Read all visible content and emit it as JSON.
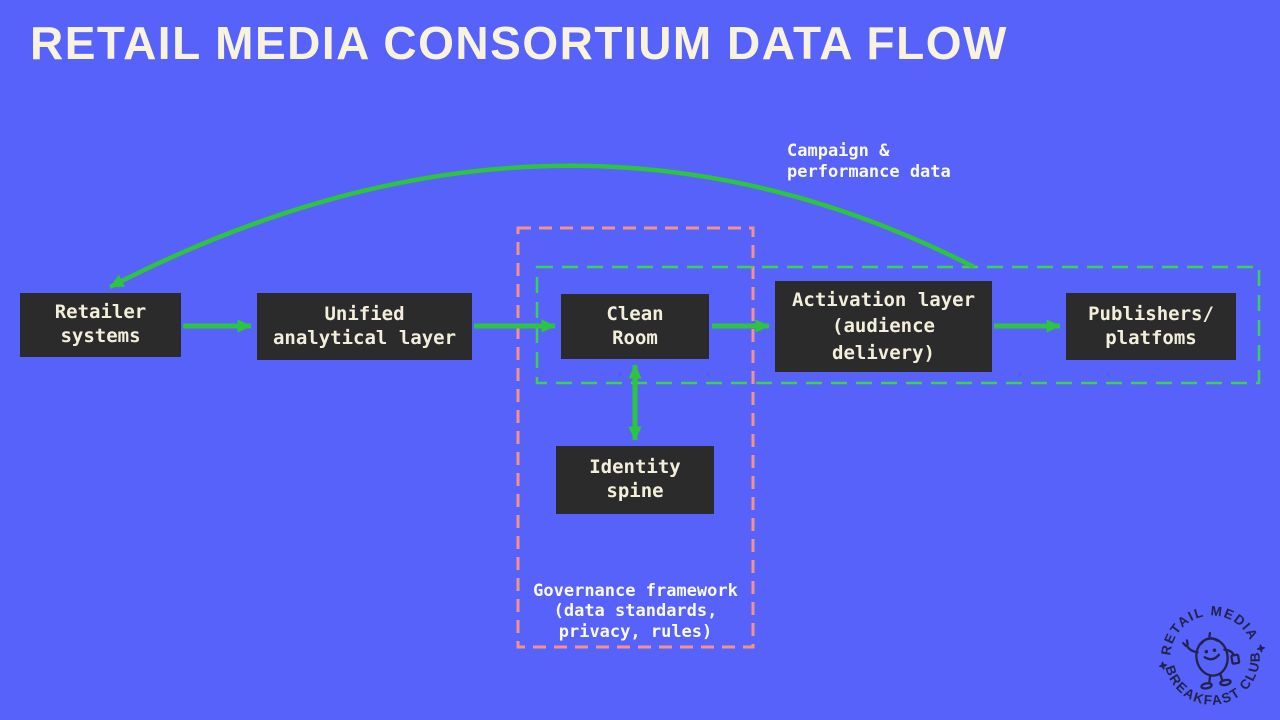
{
  "title": "RETAIL MEDIA CONSORTIUM DATA FLOW",
  "diagram": {
    "nodes": {
      "retailer": {
        "label": "Retailer\nsystems"
      },
      "unified": {
        "label": "Unified\nanalytical layer"
      },
      "clean_room": {
        "label": "Clean\nRoom"
      },
      "activation": {
        "label": "Activation layer\n(audience\ndelivery)"
      },
      "publishers": {
        "label": "Publishers/\nplatfoms"
      },
      "identity": {
        "label": "Identity\nspine"
      }
    },
    "annotations": {
      "campaign": "Campaign &\nperformance data",
      "governance": "Governance framework\n(data standards,\nprivacy, rules)"
    },
    "edges": [
      {
        "from": "retailer-systems",
        "to": "unified-analytical-layer",
        "style": "solid-arrow"
      },
      {
        "from": "unified-analytical-layer",
        "to": "clean-room",
        "style": "solid-arrow"
      },
      {
        "from": "clean-room",
        "to": "activation-layer",
        "style": "solid-arrow"
      },
      {
        "from": "activation-layer",
        "to": "publishers-platforms",
        "style": "solid-arrow"
      },
      {
        "from": "clean-room",
        "to": "identity-spine",
        "style": "double-arrow"
      },
      {
        "from": "consortium-boundary",
        "to": "retailer-systems",
        "style": "curved-arrow",
        "label": "Campaign &\nperformance data"
      }
    ],
    "boundaries": {
      "governance": {
        "label": "Governance framework\n(data standards,\nprivacy, rules)",
        "style": "pink-dashed"
      },
      "consortium": {
        "label": "",
        "style": "green-dashed"
      }
    }
  },
  "logo": {
    "arc_top": "RETAIL MEDIA",
    "arc_bottom": "BREAKFAST CLUB"
  },
  "colors": {
    "background": "#5662fa",
    "node_fill": "#2b2b2b",
    "node_text": "#f3eedb",
    "arrow_green": "#2dc53d",
    "consortium_boundary_green": "#3ed150",
    "governance_boundary_pink": "#f2938a",
    "title_text": "#f8f3df",
    "annotation_text": "#fafaf2",
    "logo_ink": "#22224c"
  }
}
